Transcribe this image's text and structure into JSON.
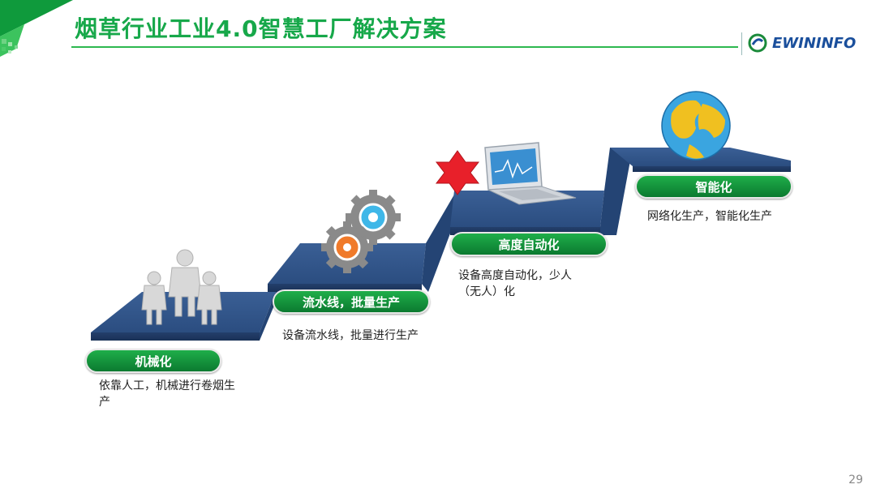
{
  "header": {
    "title": "烟草行业工业4.0智慧工厂解决方案",
    "logo_text": "EWININFO"
  },
  "stages": [
    {
      "label": "机械化",
      "desc": "依靠人工，机械进行卷烟生产",
      "icon": "people-icon"
    },
    {
      "label": "流水线，批量生产",
      "desc": "设备流水线，批量进行生产",
      "icon": "gears-icon"
    },
    {
      "label": "高度自动化",
      "desc": "设备高度自动化，少人（无人）化",
      "icon": "laptop-icon"
    },
    {
      "label": "智能化",
      "desc": "网络化生产，智能化生产",
      "icon": "globe-icon"
    }
  ],
  "page_number": "29",
  "colors": {
    "accent": "#17a84a",
    "stair": "#2b4d80",
    "pill": "#0f8a38"
  }
}
